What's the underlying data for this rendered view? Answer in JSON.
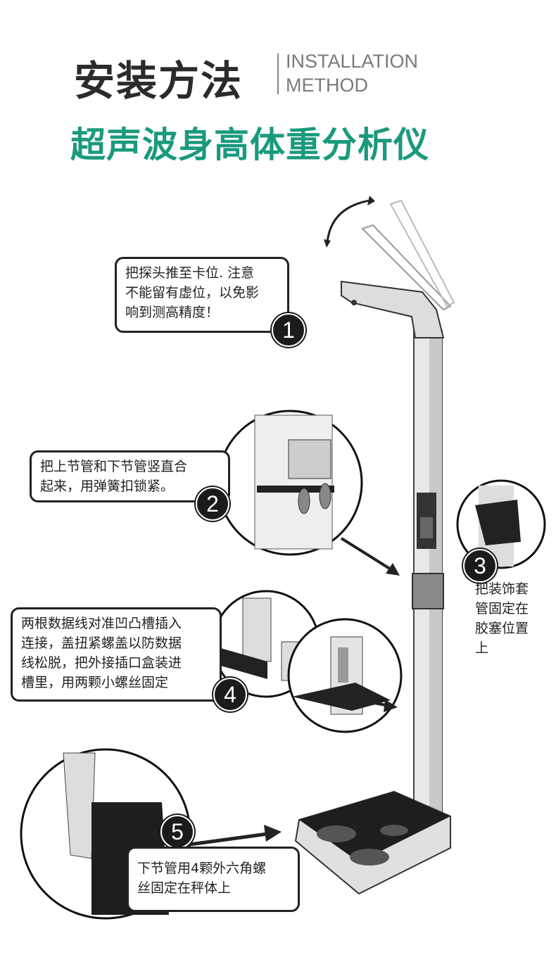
{
  "header": {
    "title_cn": "安装方法",
    "title_en_line1": "INSTALLATION",
    "title_en_line2": "METHOD",
    "subtitle": "超声波身高体重分析仪"
  },
  "steps": [
    {
      "number": "1",
      "lines": [
        "把探头推至卡位. 注意",
        "不能留有虚位，以免影",
        "响到测高精度！"
      ]
    },
    {
      "number": "2",
      "lines": [
        "把上节管和下节管竖直合",
        "起来，用弹簧扣锁紧。"
      ]
    },
    {
      "number": "3",
      "lines": [
        "把装饰套",
        "管固定在",
        "胶塞位置",
        "上"
      ]
    },
    {
      "number": "4",
      "lines": [
        "两根数据线对准凹凸槽插入",
        "连接，盖扭紧螺盖以防数据",
        "线松脱，把外接插口盒装进",
        "槽里，用两颗小螺丝固定"
      ]
    },
    {
      "number": "5",
      "lines": [
        "下节管用4颗外六角螺",
        "丝固定在秤体上"
      ]
    }
  ],
  "colors": {
    "accent": "#1a9a7c",
    "title": "#2b2b2b",
    "subtitle_en": "#7a7a7a"
  }
}
